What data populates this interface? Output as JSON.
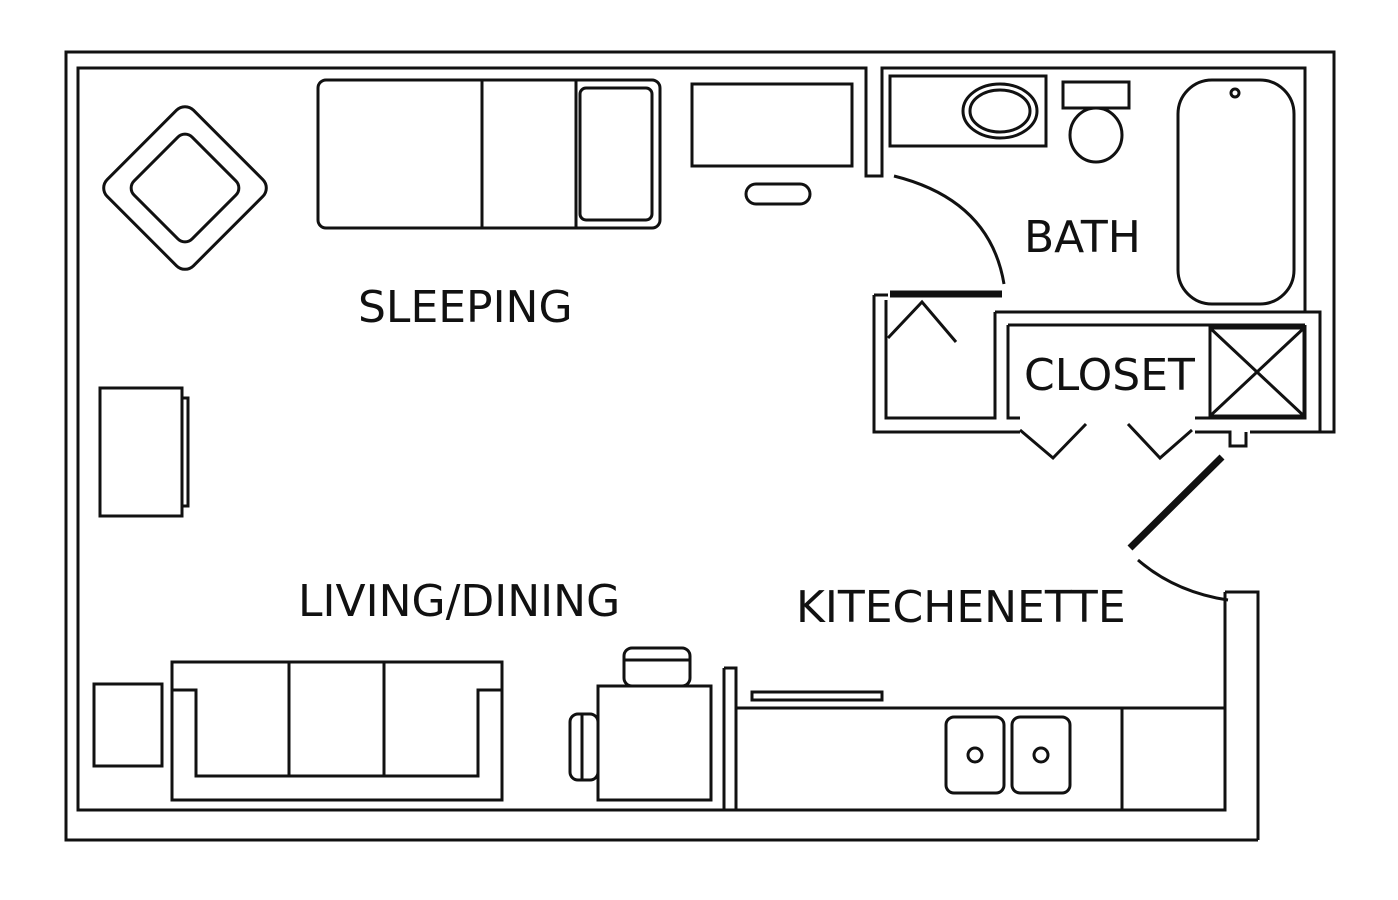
{
  "rooms": {
    "sleeping": "SLEEPING",
    "bath": "BATH",
    "closet": "CLOSET",
    "living_dining": "LIVING/DINING",
    "kitchenette": "KITECHENETTE"
  }
}
